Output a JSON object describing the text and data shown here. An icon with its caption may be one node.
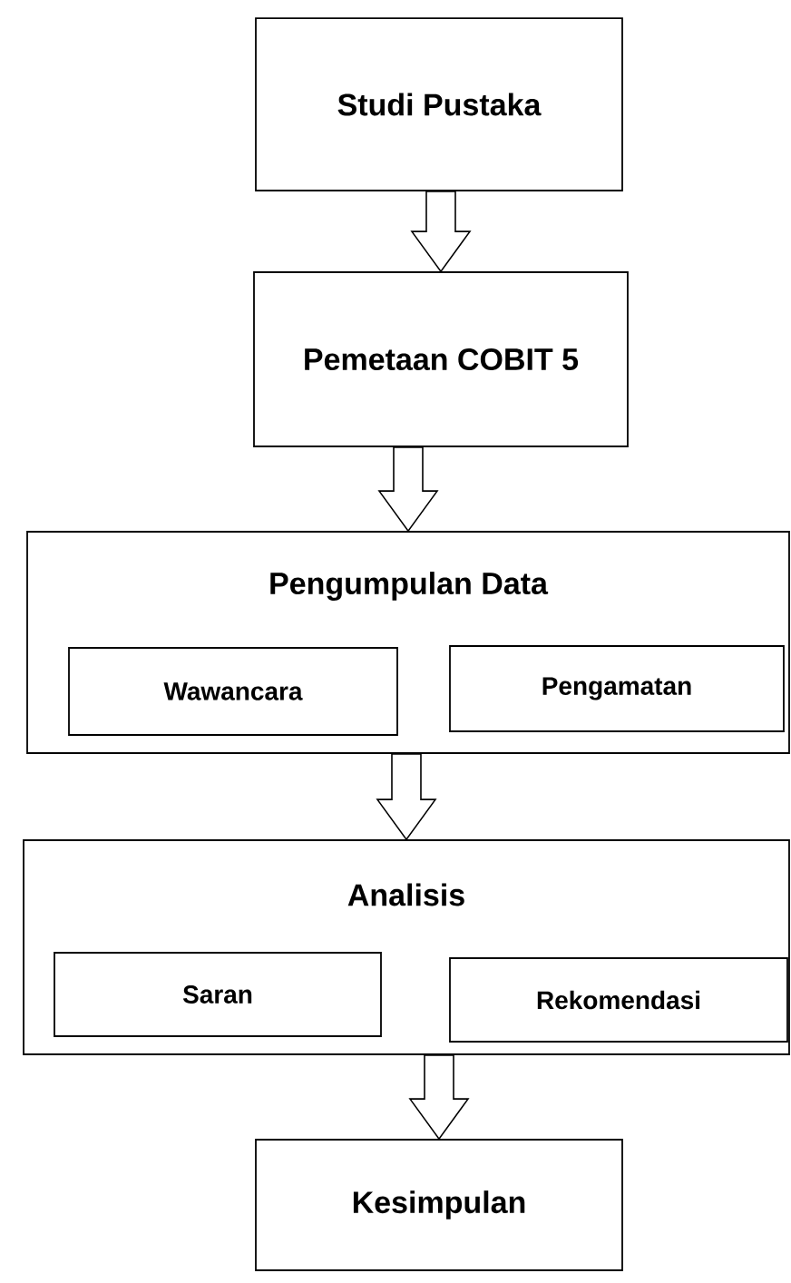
{
  "diagram": {
    "nodes": [
      {
        "text": [
          "Studi Pustaka"
        ]
      },
      {
        "text": [
          "Pemetaan COBIT 5"
        ]
      },
      {
        "text": [
          "Pengumpulan Data"
        ]
      },
      {
        "text": [
          "Wawancara"
        ],
        "in": 2
      },
      {
        "text": [
          "Pengamatan"
        ],
        "in": 2
      },
      {
        "text": [
          "Analisis"
        ]
      },
      {
        "text": [
          "Saran"
        ],
        "in": 5
      },
      {
        "text": [
          "Rekomendasi"
        ],
        "in": 5
      },
      {
        "text": [
          "Kesimpulan"
        ]
      }
    ],
    "edges": [
      {
        "from": 0,
        "to": 1,
        "arrow": "to"
      },
      {
        "from": 1,
        "to": 2,
        "arrow": "to"
      },
      {
        "from": 2,
        "to": 5,
        "arrow": "to"
      },
      {
        "from": 5,
        "to": 8,
        "arrow": "to"
      }
    ]
  }
}
